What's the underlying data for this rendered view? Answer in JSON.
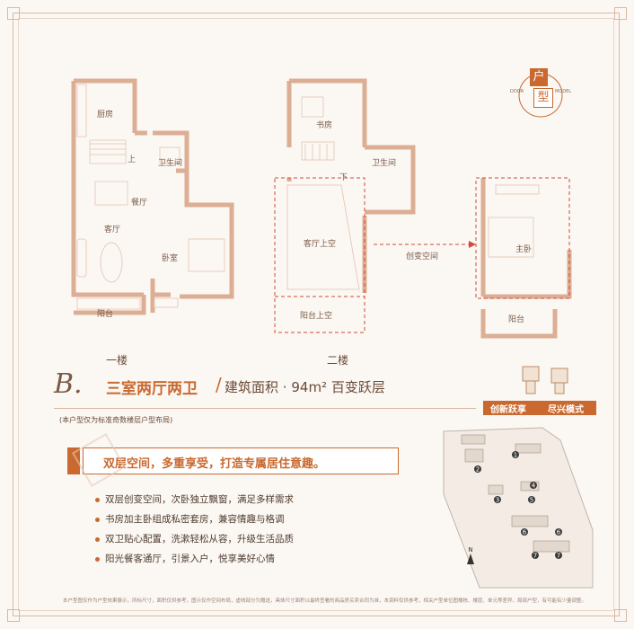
{
  "plans": {
    "floor1": {
      "label": "一楼",
      "rooms": {
        "kitchen": "厨房",
        "bath": "卫生间",
        "dining": "餐厅",
        "living": "客厅",
        "bedroom": "卧室",
        "balcony": "阳台",
        "stairs_up": "上"
      }
    },
    "floor2": {
      "label": "二楼",
      "rooms": {
        "study": "书房",
        "bath": "卫生间",
        "living_void": "客厅上空",
        "balcony_void": "阳台上空",
        "stairs_down": "下"
      }
    },
    "creative": {
      "arrow_label": "创变空间",
      "rooms": {
        "master": "主卧",
        "balcony": "阳台"
      }
    }
  },
  "door_model": {
    "char1": "户",
    "char2": "型",
    "left_text": "DOOR",
    "right_text": "MODEL"
  },
  "title": {
    "letter": "B.",
    "type_text": "三室两厅两卫",
    "area_prefix": "建筑面积",
    "area_value": "94m²",
    "area_suffix": "百变跃层"
  },
  "note": "(本户型仅为标准奇数楼层户型布局)",
  "badge": {
    "left": "创新跃享",
    "right": "尽兴模式"
  },
  "slogan": "双层空间，多重享受，打造专属居住意趣。",
  "features": [
    "双层创变空间，次卧独立飘窗，满足多样需求",
    "书房加主卧组成私密套房，兼容情趣与格调",
    "双卫贴心配置，洗漱轻松从容，升级生活品质",
    "阳光餐客通厅，引景入户，悦享美好心情"
  ],
  "site_map": {
    "north": "N",
    "markers": [
      "1",
      "2",
      "3",
      "4",
      "5",
      "6",
      "6",
      "7",
      "7"
    ]
  },
  "footer": "本户型图仅作为户型效果展示，所标尺寸，面积仅供参考，图示仅作空间布局，虚线部分为赠送，具体尺寸面积以最终签署的商品房买卖合同为准，本资料仅供参考，相关户型单位图楼栋、楼层、单元等差异，局部户型，有可能有少量调整。",
  "colors": {
    "accent": "#c9692f",
    "wall": "#e2b8a0",
    "text": "#7a5a44"
  }
}
